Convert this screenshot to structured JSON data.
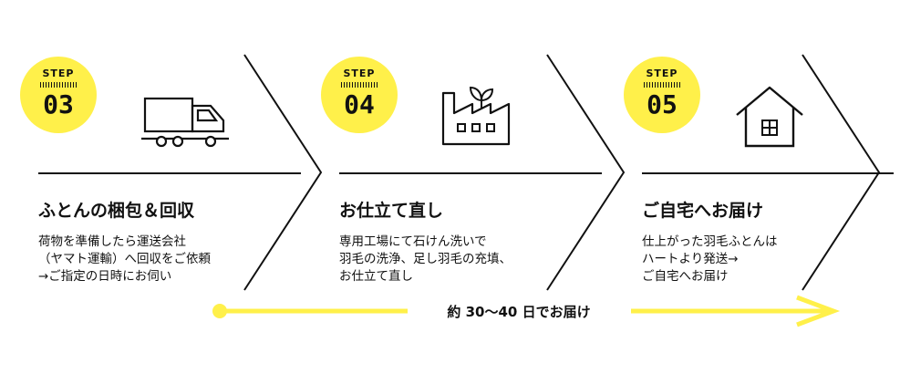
{
  "steps": [
    {
      "badge_label": "STEP",
      "number": "03",
      "icon": "truck-icon",
      "title": "ふとんの梱包＆回収",
      "lines": [
        "荷物を準備したら運送会社",
        "（ヤマト運輸）へ回収をご依頼",
        "→ご指定の日時にお伺い"
      ]
    },
    {
      "badge_label": "STEP",
      "number": "04",
      "icon": "factory-icon",
      "title": "お仕立て直し",
      "lines": [
        "専用工場にて石けん洗いで",
        "羽毛の洗浄、足し羽毛の充填、",
        "お仕立て直し"
      ]
    },
    {
      "badge_label": "STEP",
      "number": "05",
      "icon": "house-icon",
      "title": "ご自宅へお届け",
      "lines": [
        "仕上がった羽毛ふとんは",
        "ハートより発送→",
        "ご自宅へお届け"
      ]
    }
  ],
  "timeline": {
    "label": "約 30〜40 日でお届け"
  },
  "colors": {
    "accent": "#fff04a",
    "line": "#111111"
  }
}
